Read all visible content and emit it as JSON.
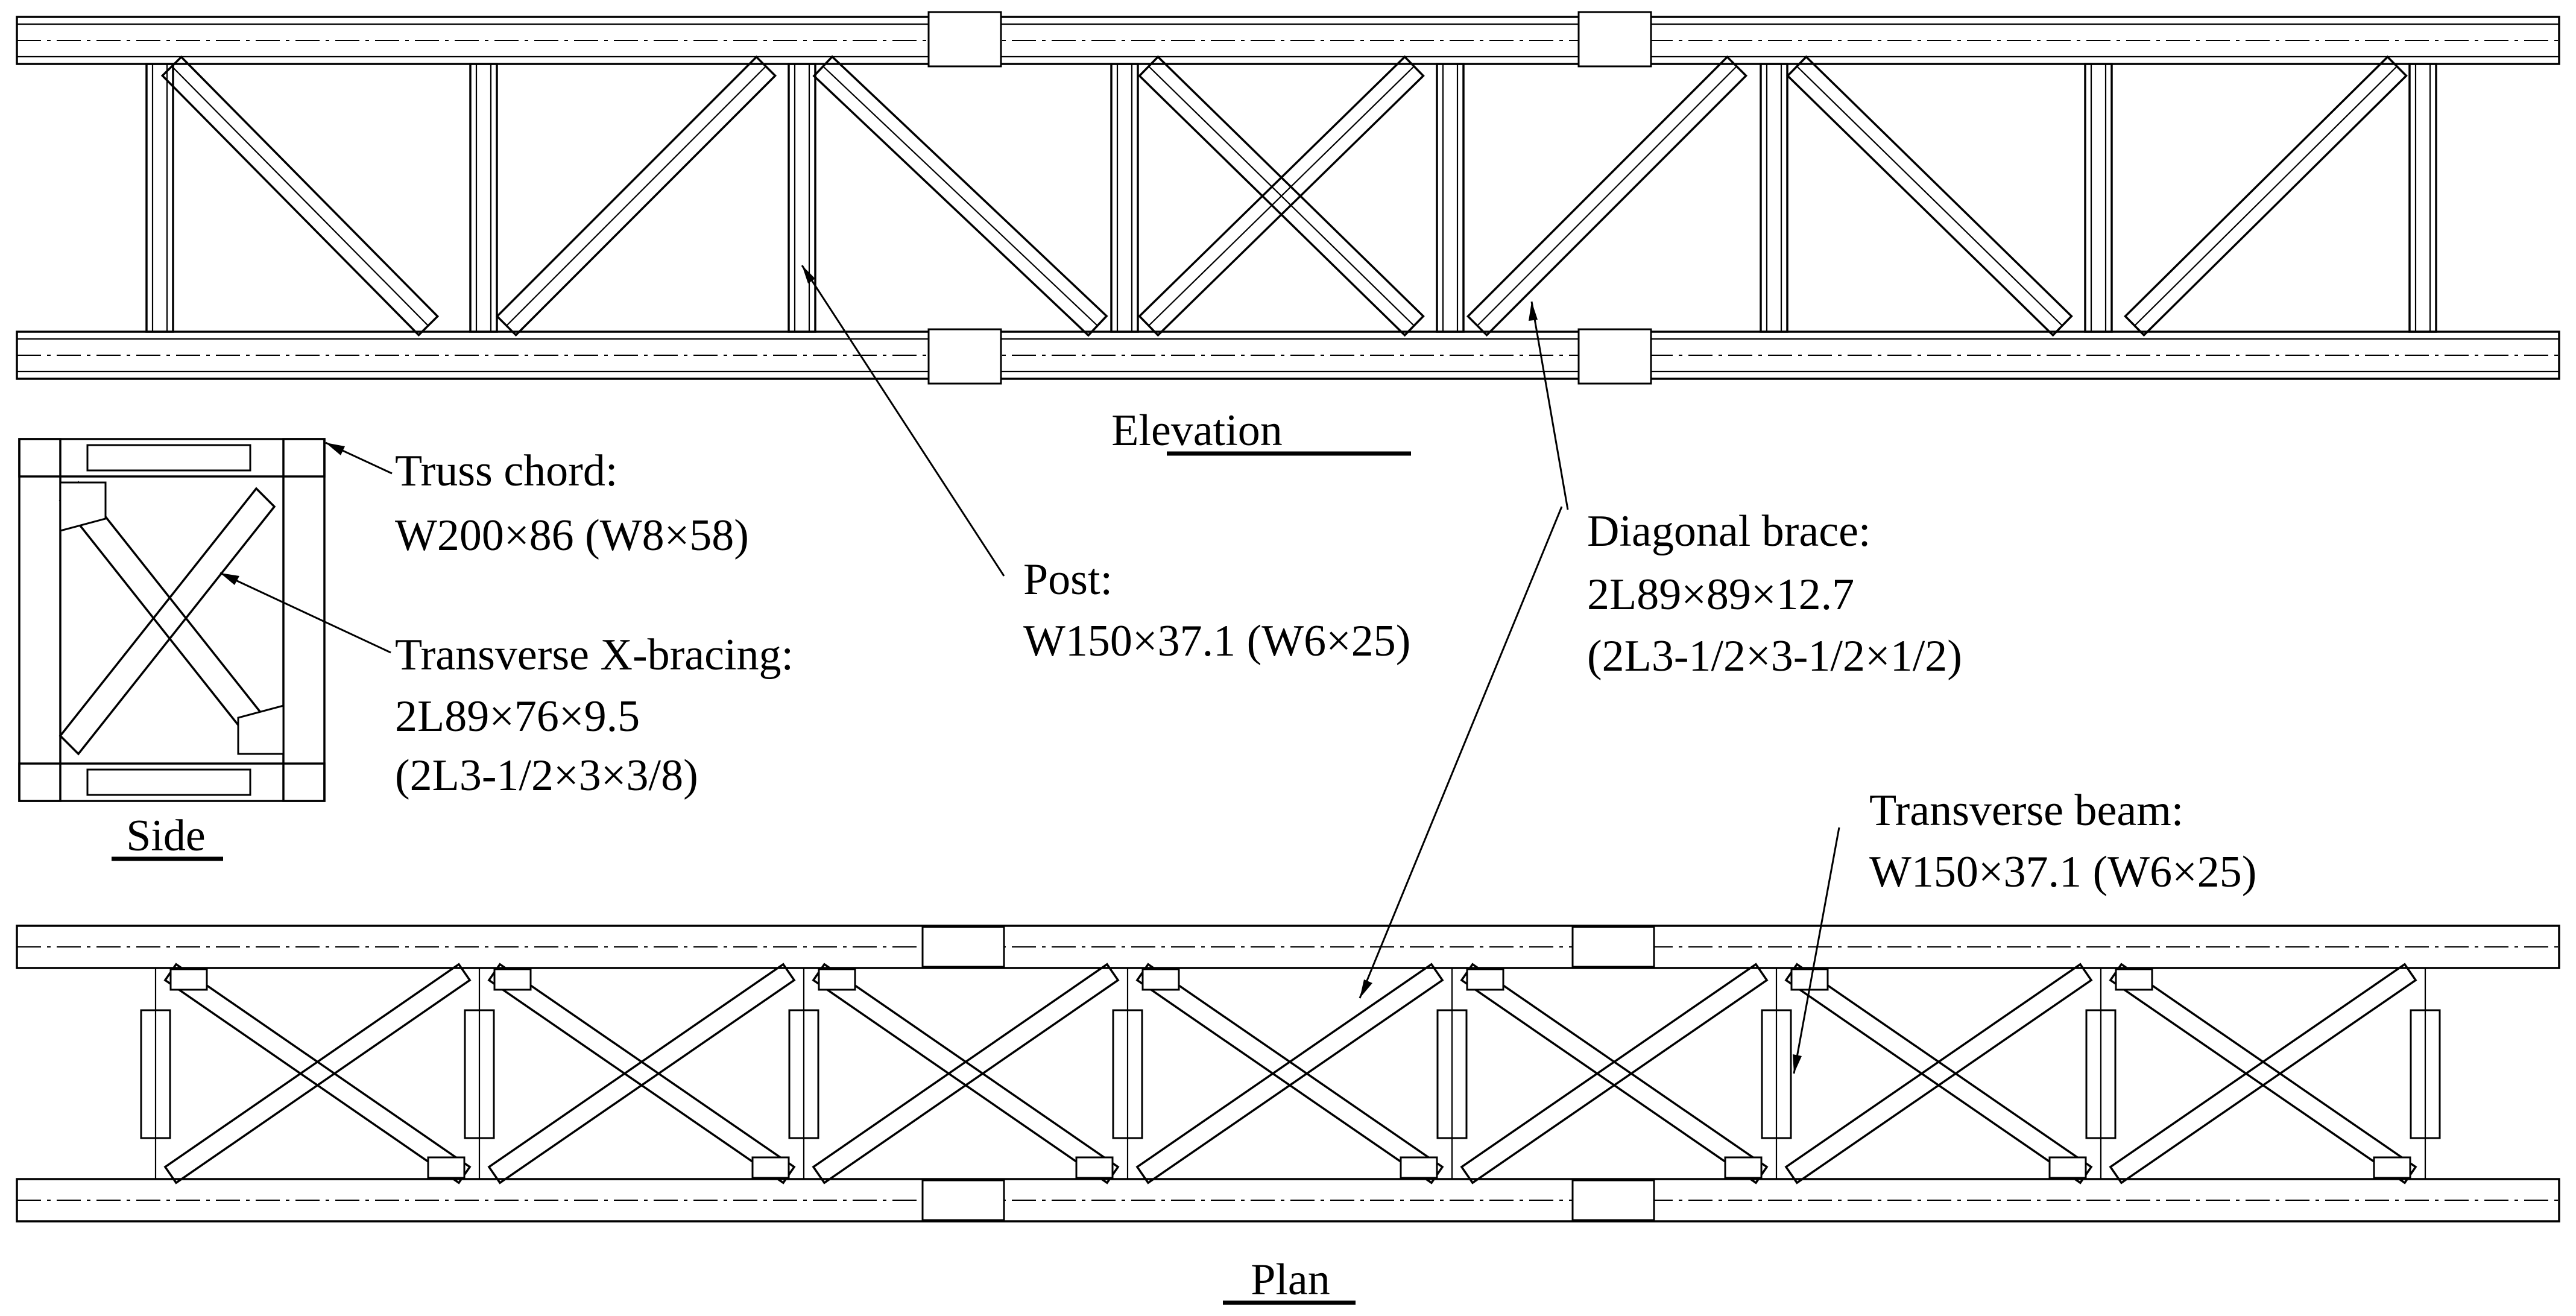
{
  "views": {
    "elevation": "Elevation",
    "side": "Side",
    "plan": "Plan"
  },
  "labels": {
    "truss_chord": {
      "title": "Truss chord:",
      "line1": "W200×86 (W8×58)"
    },
    "transverse_x_bracing": {
      "title": "Transverse X-bracing:",
      "line1": "2L89×76×9.5",
      "line2": "(2L3-1/2×3×3/8)"
    },
    "post": {
      "title": "Post:",
      "line1": "W150×37.1 (W6×25)"
    },
    "diagonal_brace": {
      "title": "Diagonal brace:",
      "line1": "2L89×89×12.7",
      "line2": "(2L3-1/2×3-1/2×1/2)"
    },
    "transverse_beam": {
      "title": "Transverse beam:",
      "line1": "W150×37.1 (W6×25)"
    }
  },
  "colors": {
    "line": "#000000",
    "background": "#ffffff"
  }
}
